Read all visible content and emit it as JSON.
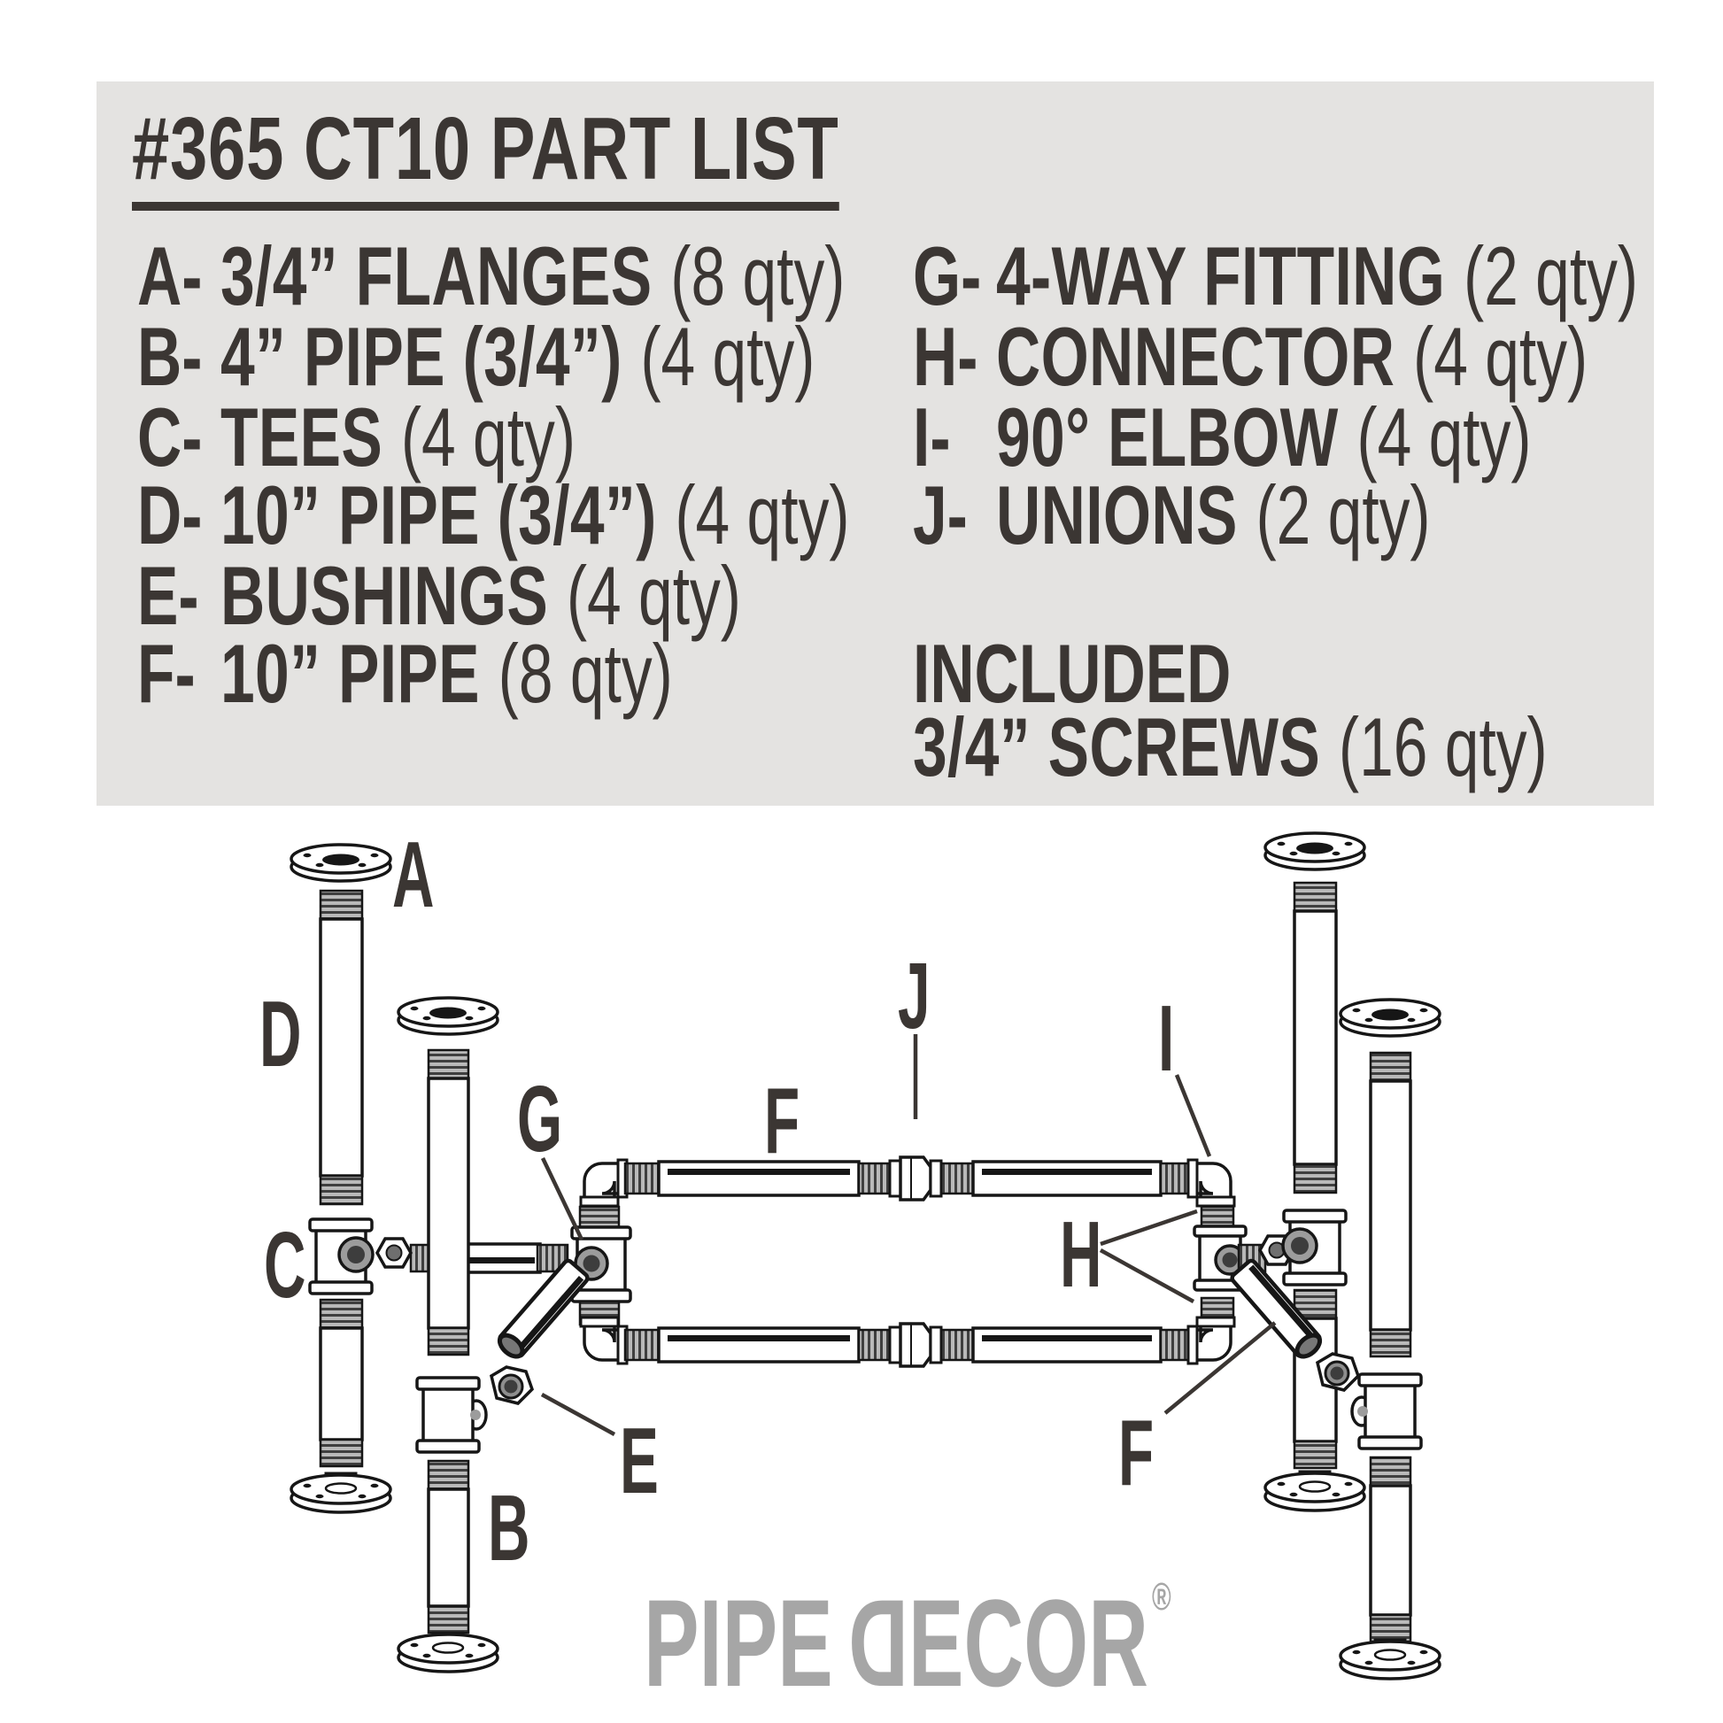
{
  "colors": {
    "panel_bg": "#e4e3e1",
    "text_ink": "#3b3633",
    "diagram_ink": "#161616",
    "logo_gray": "#a6a6a6"
  },
  "panel": {
    "title": "#365 CT10 PART LIST",
    "parts_left": [
      {
        "id": "A-",
        "name": "3/4” FLANGES",
        "qty": "(8 qty)"
      },
      {
        "id": "B-",
        "name": "4” PIPE (3/4”)",
        "qty": "(4 qty)"
      },
      {
        "id": "C-",
        "name": "TEES",
        "qty": "(4 qty)"
      },
      {
        "id": "D-",
        "name": "10” PIPE (3/4”)",
        "qty": "(4 qty)"
      },
      {
        "id": "E-",
        "name": "BUSHINGS",
        "qty": "(4 qty)"
      },
      {
        "id": "F-",
        "name": "10” PIPE",
        "qty": "(8 qty)"
      }
    ],
    "parts_right": [
      {
        "id": "G-",
        "name": "4-WAY FITTING",
        "qty": "(2 qty)"
      },
      {
        "id": "H-",
        "name": "CONNECTOR",
        "qty": "(4 qty)"
      },
      {
        "id": "I-",
        "name": "90° ELBOW",
        "qty": "(4 qty)"
      },
      {
        "id": "J-",
        "name": "UNIONS",
        "qty": "(2 qty)"
      }
    ],
    "included": {
      "line1": "INCLUDED",
      "item": "3/4” SCREWS",
      "qty": "(16 qty)"
    }
  },
  "diagram": {
    "labels": {
      "a": "A",
      "d": "D",
      "c": "C",
      "g": "G",
      "b": "B",
      "e": "E",
      "f_upper": "F",
      "j": "J",
      "i": "I",
      "h": "H",
      "f_lower": "F"
    }
  },
  "logo": {
    "word1": "PIPE",
    "decor_d": "D",
    "decor_rest": "ECOR",
    "reg": "®"
  }
}
